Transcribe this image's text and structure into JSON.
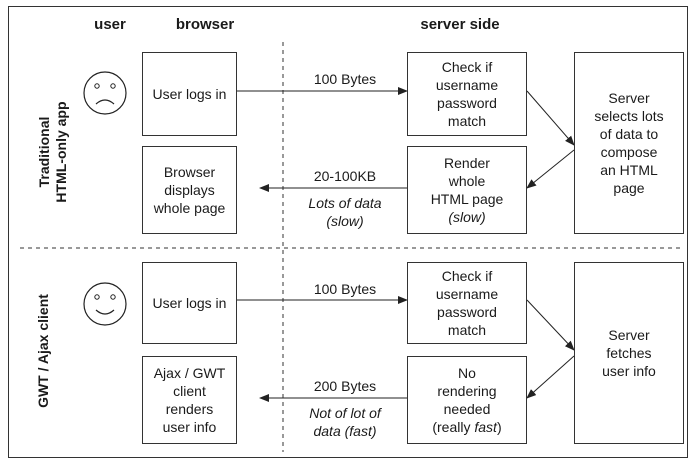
{
  "headers": {
    "user": "user",
    "browser": "browser",
    "server": "server side"
  },
  "sections": {
    "top": {
      "side_label_1": "Traditional",
      "side_label_2": "HTML-only app",
      "face": "sad",
      "login": "User logs in",
      "request": "100 Bytes",
      "check": "Check if\nusername\npassword\nmatch",
      "server": "Server\nselects lots\nof data to\ncompose\nan HTML\npage",
      "render": "Render\nwhole\nHTML page",
      "render_note": "(slow)",
      "response": "20-100KB",
      "response_note_1": "Lots of data",
      "response_note_2": "(slow)",
      "display": "Browser\ndisplays\nwhole page"
    },
    "bottom": {
      "side_label": "GWT / Ajax client",
      "face": "happy",
      "login": "User logs in",
      "request": "100 Bytes",
      "check": "Check if\nusername\npassword\nmatch",
      "server": "Server\nfetches\nuser info",
      "render_1": "No",
      "render_2": "rendering",
      "render_3": "needed",
      "render_4a": "(really ",
      "render_4b": "fast",
      "render_4c": ")",
      "response": "200 Bytes",
      "response_note_1": "Not of lot of",
      "response_note_2": "data (fast)",
      "display": "Ajax / GWT\nclient\nrenders\nuser info"
    }
  }
}
